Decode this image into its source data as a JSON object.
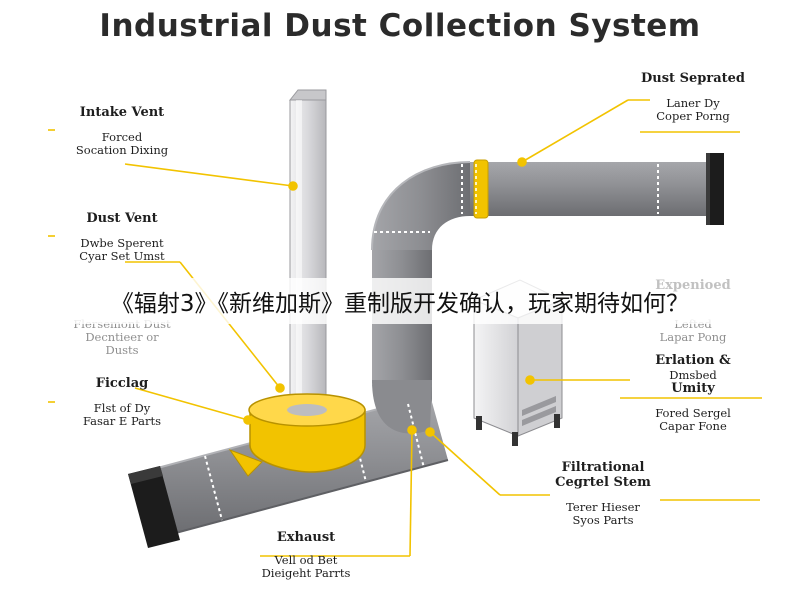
{
  "title": "Industrial Dust Collection System",
  "labels": {
    "intake_vent": {
      "heading": "Intake Vent",
      "line1": "Forced",
      "line2": "Socation Dixing"
    },
    "dust_vent": {
      "heading": "Dust Vent",
      "line1": "Dwbe Sperent",
      "line2": "Cyar Set Umst"
    },
    "fade_left": {
      "heading": "",
      "line1": "Flersemont Dust",
      "line2": "Decntieer or",
      "line3": "Dusts"
    },
    "ficclag": {
      "heading": "Ficclag",
      "line1": "Flst of Dy",
      "line2": "Fasar E Parts"
    },
    "exhaust": {
      "heading": "Exhaust",
      "line1": "Vell od Bet",
      "line2": "Dieigeht Parrts"
    },
    "dust_separated": {
      "heading": "Dust Seprated",
      "line1": "Laner Dy",
      "line2": "Coper Porng"
    },
    "fade_right": {
      "heading": "Expenioed",
      "line1": "Lefted",
      "line2": "Lapar Pong"
    },
    "erlation": {
      "heading": "Erlation &",
      "line2": "Dmsbed",
      "line3": "Umity",
      "line4": "Fored Sergel",
      "line5": "Capar Fone"
    },
    "filtrational": {
      "heading": "Filtrational",
      "line2": "Cegrtel Stem",
      "line3": "Terer Hieser",
      "line4": "Syos Parts"
    }
  },
  "banner_text": "《辐射3》《新维加斯》重制版开发确认，玩家期待如何？",
  "colors": {
    "pipe": "#8d8e92",
    "pipe_dark": "#6f7074",
    "pipe_light": "#a9aaae",
    "accent_yellow": "#f2c300",
    "end_cap": "#1c1c1c",
    "vent_column": "#e4e4e6"
  }
}
